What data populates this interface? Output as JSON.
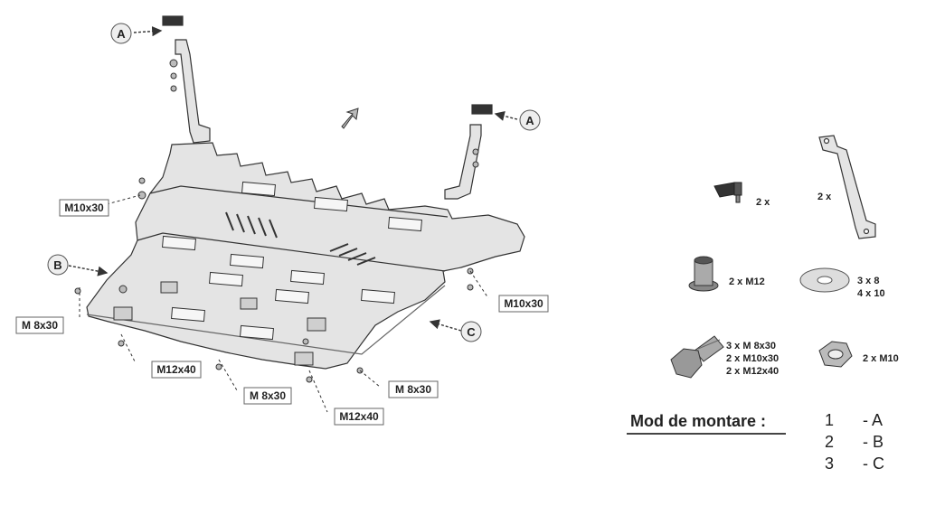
{
  "labels": {
    "m10x30_left": "M10x30",
    "m8x30_left": "M 8x30",
    "m12x40_a": "M12x40",
    "m8x30_mid": "M 8x30",
    "m12x40_b": "M12x40",
    "m8x30_right": "M 8x30",
    "m10x30_right": "M10x30"
  },
  "callouts": {
    "a_left": "A",
    "a_right": "A",
    "b": "B",
    "c": "C"
  },
  "parts": {
    "clip_qty": "2 x",
    "bracket_qty": "2 x",
    "nut_insert": "2 x M12",
    "washer_line1": "3  x   8",
    "washer_line2": "4  x  10",
    "bolt_line1": "3 x M  8x30",
    "bolt_line2": "2 x M10x30",
    "bolt_line3": "2 x M12x40",
    "nut": "2  x    M10"
  },
  "mounting": {
    "title": "Mod de montare :",
    "rows": [
      {
        "num": "1",
        "letter": "- A"
      },
      {
        "num": "2",
        "letter": "- B"
      },
      {
        "num": "3",
        "letter": "- C"
      }
    ]
  }
}
